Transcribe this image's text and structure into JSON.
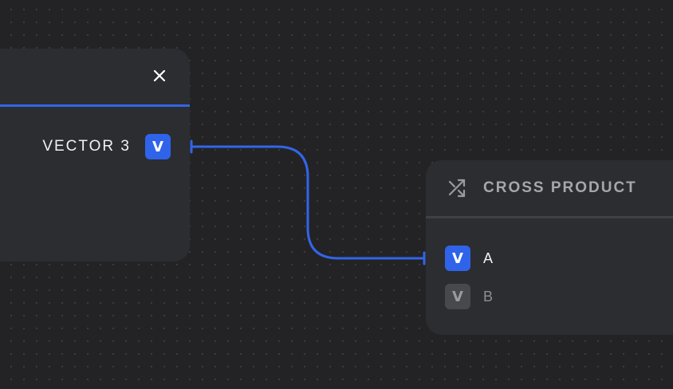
{
  "colors": {
    "canvas": "#232325",
    "node": "#2c2d30",
    "accent": "#2f63ea",
    "inactive_socket": "#48494c"
  },
  "vector_node": {
    "close_icon": "close-icon",
    "output_label": "VECTOR 3",
    "output_socket": "V"
  },
  "cross_product_node": {
    "icon": "shuffle-icon",
    "title": "CROSS PRODUCT",
    "inputs": [
      {
        "socket": "V",
        "label": "A",
        "connected": true
      },
      {
        "socket": "V",
        "label": "B",
        "connected": false
      }
    ]
  }
}
